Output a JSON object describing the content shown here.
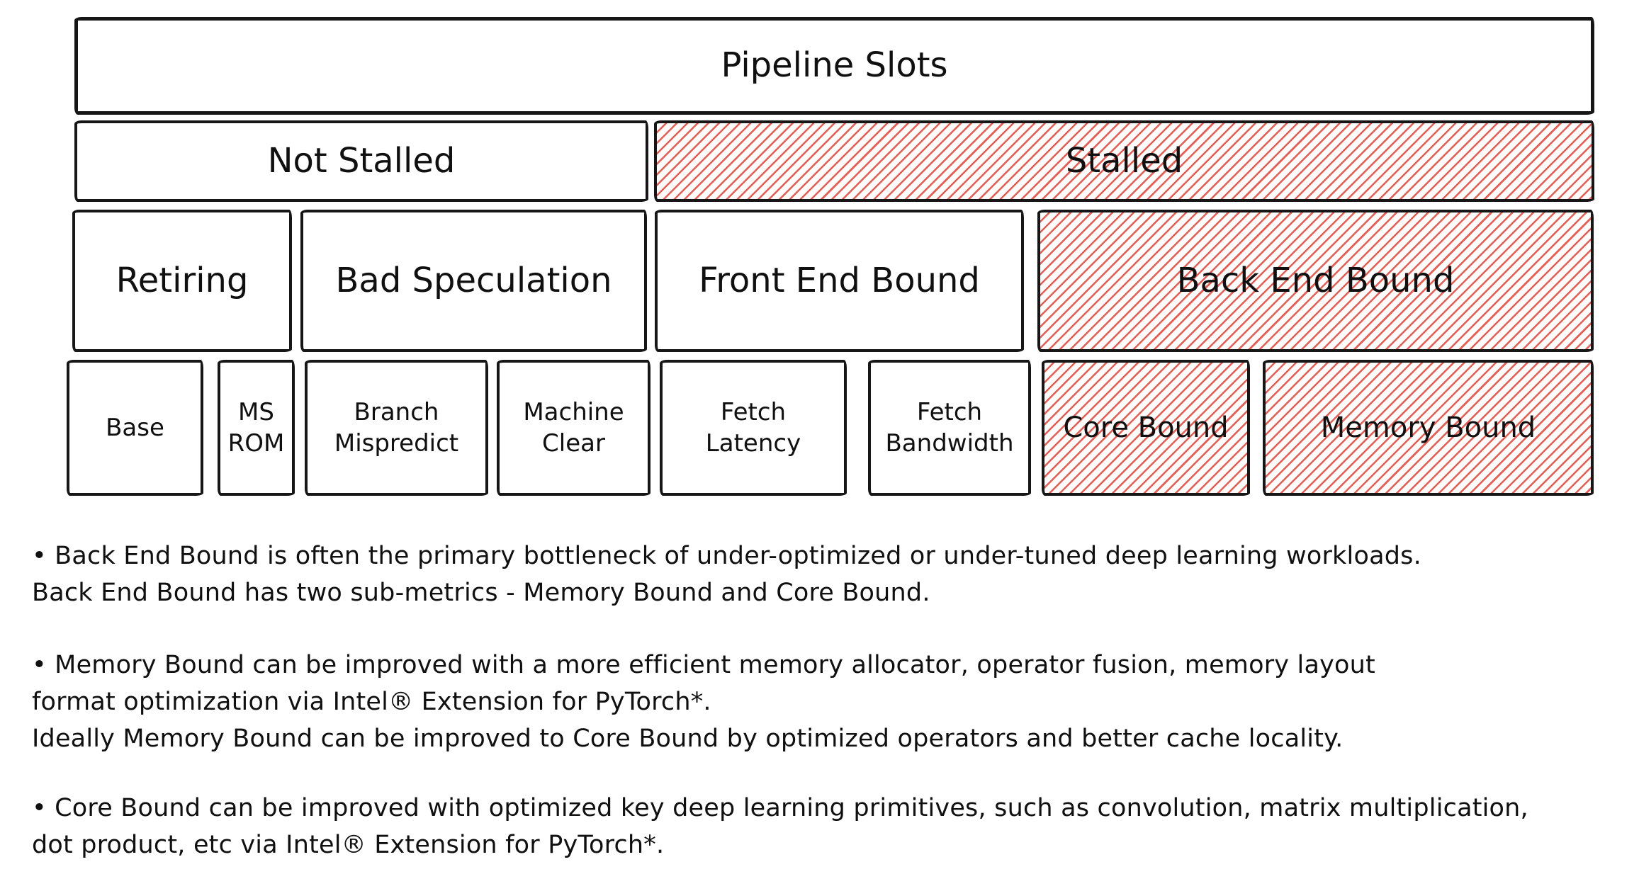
{
  "colors": {
    "hatch_red": "#ee5a4f",
    "line_black": "#161616",
    "text": "#101010",
    "background": "#ffffff"
  },
  "diagram": {
    "title": "Pipeline Slots",
    "level2": {
      "not_stalled": "Not Stalled",
      "stalled": "Stalled"
    },
    "level3": {
      "retiring": "Retiring",
      "bad_speculation": "Bad Speculation",
      "front_end_bound": "Front End Bound",
      "back_end_bound": "Back End Bound"
    },
    "level4": [
      {
        "name": "base",
        "hatched": false,
        "lines": [
          "Base"
        ]
      },
      {
        "name": "ms-rom",
        "hatched": false,
        "lines": [
          "MS",
          "ROM"
        ]
      },
      {
        "name": "branch-mispredict",
        "hatched": false,
        "lines": [
          "Branch",
          "Mispredict"
        ]
      },
      {
        "name": "machine-clear",
        "hatched": false,
        "lines": [
          "Machine",
          "Clear"
        ]
      },
      {
        "name": "fetch-latency",
        "hatched": false,
        "lines": [
          "Fetch",
          "Latency"
        ]
      },
      {
        "name": "fetch-bandwidth",
        "hatched": false,
        "lines": [
          "Fetch",
          "Bandwidth"
        ]
      },
      {
        "name": "core-bound",
        "hatched": true,
        "lines": [
          "Core Bound"
        ]
      },
      {
        "name": "memory-bound",
        "hatched": true,
        "lines": [
          "Memory Bound"
        ]
      }
    ]
  },
  "notes": [
    {
      "lines": [
        "• Back End Bound is often the primary bottleneck of under-optimized or under-tuned deep learning workloads.",
        "Back End Bound has two sub-metrics - Memory Bound and Core Bound."
      ]
    },
    {
      "lines": [
        "• Memory Bound can be improved with a more efficient memory allocator, operator fusion, memory layout",
        "format optimization via Intel® Extension for PyTorch*.",
        "Ideally Memory Bound can be improved to Core Bound by optimized operators and better cache locality."
      ]
    },
    {
      "lines": [
        "• Core Bound can be improved with optimized key deep learning primitives, such as convolution, matrix multiplication,",
        "dot product, etc via Intel® Extension for PyTorch*."
      ]
    }
  ]
}
